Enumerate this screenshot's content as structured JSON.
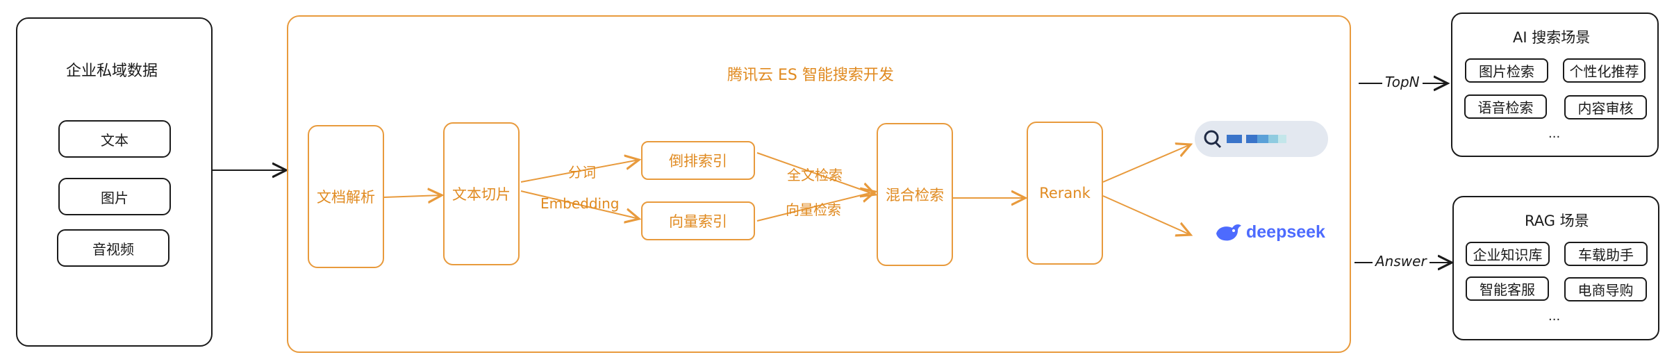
{
  "source": {
    "title": "企业私域数据",
    "items": [
      "文本",
      "图片",
      "音视频"
    ]
  },
  "pipeline": {
    "title": "腾讯云 ES 智能搜索开发",
    "doc_parse": "文档解析",
    "text_chunk": "文本切片",
    "label_tokenize": "分词",
    "label_embedding": "Embedding",
    "inverted_index": "倒排索引",
    "vector_index": "向量索引",
    "label_fulltext": "全文检索",
    "label_vector_search": "向量检索",
    "hybrid_search": "混合检索",
    "rerank": "Rerank",
    "deepseek_logo": "deepseek"
  },
  "outputs": {
    "topn_label": "TopN",
    "answer_label": "Answer"
  },
  "ai_search": {
    "title": "AI 搜索场景",
    "items": [
      "图片检索",
      "个性化推荐",
      "语音检索",
      "内容审核"
    ],
    "more": "..."
  },
  "rag": {
    "title": "RAG 场景",
    "items": [
      "企业知识库",
      "车载助手",
      "智能客服",
      "电商导购"
    ],
    "more": "..."
  },
  "colors": {
    "accent": "#e08a20",
    "ink": "#1a1a1a",
    "deepseek_blue": "#4d6bfe"
  }
}
